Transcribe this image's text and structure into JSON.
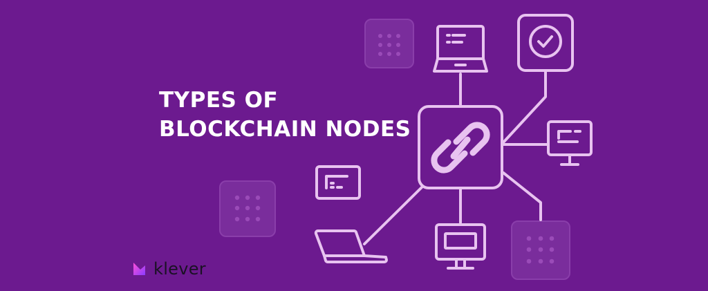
{
  "headline": {
    "line1": "TYPES OF",
    "line2": "BLOCKCHAIN NODES"
  },
  "brand": {
    "name": "klever",
    "logo_icon": "klever-logo-icon"
  },
  "colors": {
    "background": "#6c1a8f",
    "stroke": "#e8c3f0",
    "ghost_tile": "#7a2d9c",
    "ghost_dot": "#9a4bb8",
    "title_text": "#ffffff",
    "brand_text": "#1a1124",
    "logo_gradient_start": "#ff4fd8",
    "logo_gradient_end": "#8a3cff"
  },
  "diagram": {
    "center": "chain-link-icon",
    "nodes": [
      "laptop-top-icon",
      "checkmark-tile-icon",
      "monitor-right-icon",
      "monitor-bottom-icon",
      "laptop-bottom-left-icon",
      "terminal-window-icon"
    ],
    "decorative_tiles": [
      "dot-grid-tile-top",
      "dot-grid-tile-left",
      "dot-grid-tile-bottom-right"
    ]
  }
}
